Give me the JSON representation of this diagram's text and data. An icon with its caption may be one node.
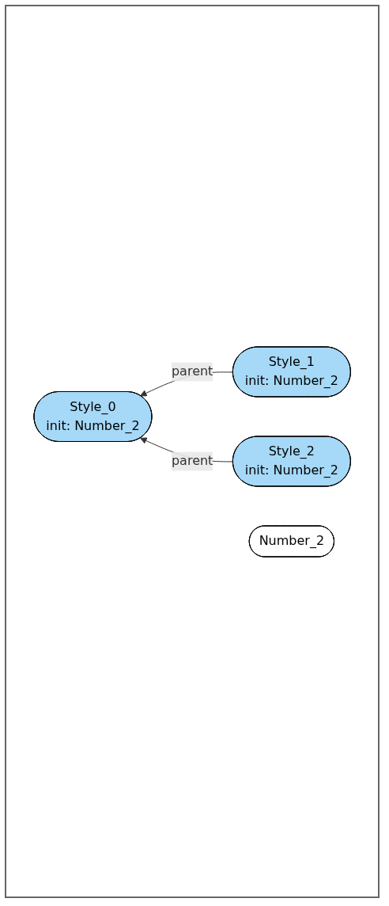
{
  "diagram": {
    "nodes": [
      {
        "text": [
          "Style_1",
          "init: Number_2"
        ]
      },
      {
        "text": [
          "Style_0",
          "init: Number_2"
        ]
      },
      {
        "text": [
          "Style_2",
          "init: Number_2"
        ]
      },
      {
        "text": [
          "Number_2"
        ]
      }
    ],
    "edges": [
      {
        "from": 0,
        "to": 1,
        "arrow": "to",
        "label": "parent"
      },
      {
        "from": 2,
        "to": 1,
        "arrow": "to",
        "label": "parent"
      }
    ]
  }
}
